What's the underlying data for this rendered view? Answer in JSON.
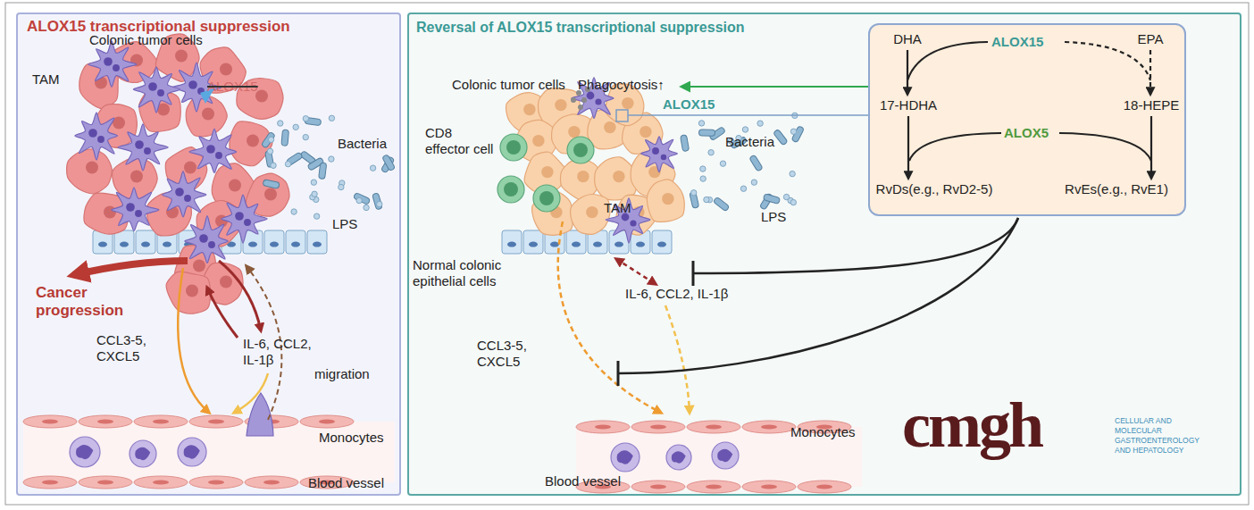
{
  "diagram": {
    "nodes": [
      {
        "text": [
          "ALOX15 transcriptional suppression"
        ]
      },
      {
        "text": [
          "Reversal of ALOX15 transcriptional suppression"
        ]
      },
      {
        "text": [
          "ALOX15",
          "ALOX5"
        ],
        "in": 1
      },
      {
        "text": [
          "DHA"
        ],
        "in": 2
      },
      {
        "text": [
          "EPA"
        ],
        "in": 2
      },
      {
        "text": [
          "17-HDHA"
        ],
        "in": 2
      },
      {
        "text": [
          "18-HEPE"
        ],
        "in": 2
      },
      {
        "text": [
          "RvDs(e.g., RvD2-5)"
        ],
        "in": 2
      },
      {
        "text": [
          "RvEs(e.g., RvE1)"
        ],
        "in": 2
      }
    ],
    "edges": [
      {
        "from": 3,
        "to": 5,
        "arrow": "to"
      },
      {
        "from": 4,
        "to": 6,
        "arrow": "to"
      },
      {
        "from": 5,
        "to": 7,
        "arrow": "to"
      },
      {
        "from": 6,
        "to": 8,
        "arrow": "to"
      }
    ],
    "labels": [
      "Colonic tumor cells",
      "TAM",
      "ALOX15",
      "Bacteria",
      "LPS",
      "Cancer progression",
      "IL-6, CCL2, IL-1β",
      "CCL3-5, CXCL5",
      "migration",
      "Monocytes",
      "Blood vessel",
      "Colonic tumor cells",
      "Phagocytosis↑",
      "ALOX15",
      "CD8 effector cell",
      "Bacteria",
      "TAM",
      "LPS",
      "Normal colonic epithelial cells",
      "IL-6, CCL2, IL-1β",
      "CCL3-5, CXCL5",
      "Monocytes",
      "Blood vessel",
      "cmgh",
      "CELLULAR AND MOLECULAR GASTROENTEROLOGY AND HEPATOLOGY"
    ]
  }
}
